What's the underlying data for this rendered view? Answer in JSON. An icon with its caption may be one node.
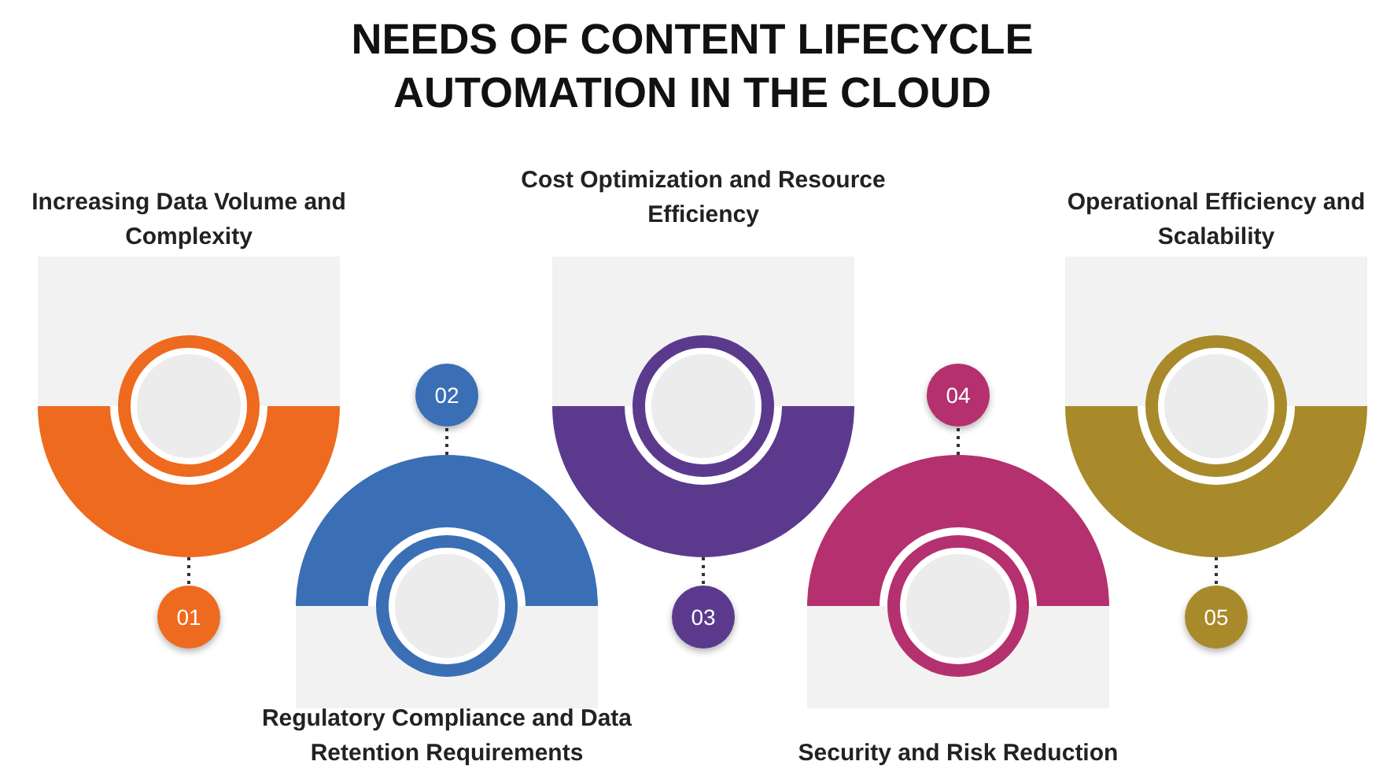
{
  "diagram": {
    "title": "NEEDS OF CONTENT LIFECYCLE AUTOMATION IN THE CLOUD",
    "nodes": [
      {
        "text": [
          "Increasing Data Volume and Complexity"
        ]
      },
      {
        "text": [
          "01"
        ]
      },
      {
        "text": [
          "Regulatory Compliance and Data Retention Requirements"
        ]
      },
      {
        "text": [
          "02"
        ]
      },
      {
        "text": [
          "Cost Optimization and Resource Efficiency"
        ]
      },
      {
        "text": [
          "03"
        ]
      },
      {
        "text": [
          "Security and Risk Reduction"
        ]
      },
      {
        "text": [
          "04"
        ]
      },
      {
        "text": [
          "Operational Efficiency and Scalability"
        ]
      },
      {
        "text": [
          "05"
        ]
      }
    ],
    "edges": [
      {
        "from": 0,
        "to": 1,
        "arrow": "none",
        "style": "dashed"
      },
      {
        "from": 2,
        "to": 3,
        "arrow": "none",
        "style": "dashed"
      },
      {
        "from": 4,
        "to": 5,
        "arrow": "none",
        "style": "dashed"
      },
      {
        "from": 6,
        "to": 7,
        "arrow": "none",
        "style": "dashed"
      },
      {
        "from": 8,
        "to": 9,
        "arrow": "none",
        "style": "dashed"
      }
    ]
  }
}
